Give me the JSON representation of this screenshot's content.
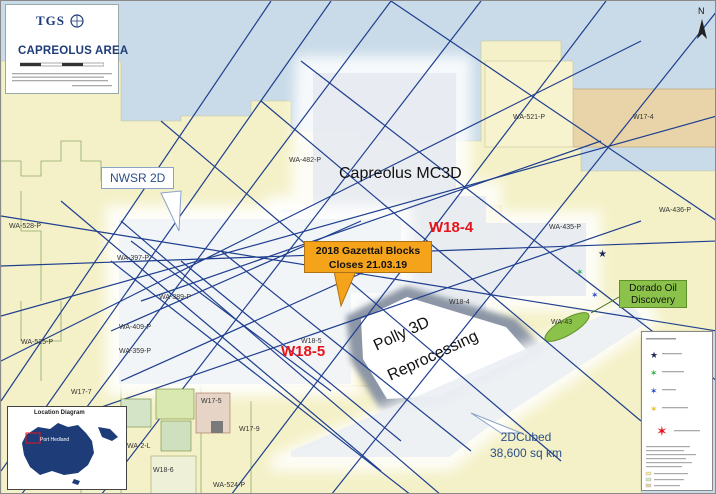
{
  "logo": {
    "company": "TGS",
    "title": "CAPREOLUS AREA"
  },
  "north_arrow": {
    "label": "N"
  },
  "callouts": {
    "nwsr": "NWSR 2D",
    "gazettal_line1": "2018 Gazettal Blocks",
    "gazettal_line2": "Closes 21.03.19",
    "dorado_line1": "Dorado Oil",
    "dorado_line2": "Discovery",
    "cubed_line1": "2DCubed",
    "cubed_line2": "38,600 sq km"
  },
  "surveys": {
    "capreolus": "Capreolus MC3D",
    "polly_line1": "Polly 3D",
    "polly_line2": "Reprocessing"
  },
  "release_blocks": {
    "w18_4": "W18-4",
    "w18_5": "W18-5"
  },
  "block_labels": [
    "WA-482-P",
    "WA-528-P",
    "WA-397-P",
    "WA-389-P",
    "WA-409-P",
    "WA-359-P",
    "WA-525-P",
    "W17-7",
    "W18-4",
    "W18-5",
    "WA-435-P",
    "WA-436-P",
    "WA-521-P",
    "W17-4",
    "WA-43",
    "W17-9",
    "W18-6",
    "WA-524-P",
    "W17-5",
    "WA-2-L"
  ],
  "inset": {
    "title": "Location Diagram",
    "place": "Port Hedland"
  },
  "colors": {
    "ocean": "#c9dbe8",
    "acreage": "#f4f1c8",
    "tan_block": "#e8d4a8",
    "release_yellow": "#f6e9a0",
    "survey_line": "#1f3f8f",
    "callout_orange": "#f5a31a",
    "dorado_green": "#8bc34a",
    "release_red": "#e8141c"
  }
}
